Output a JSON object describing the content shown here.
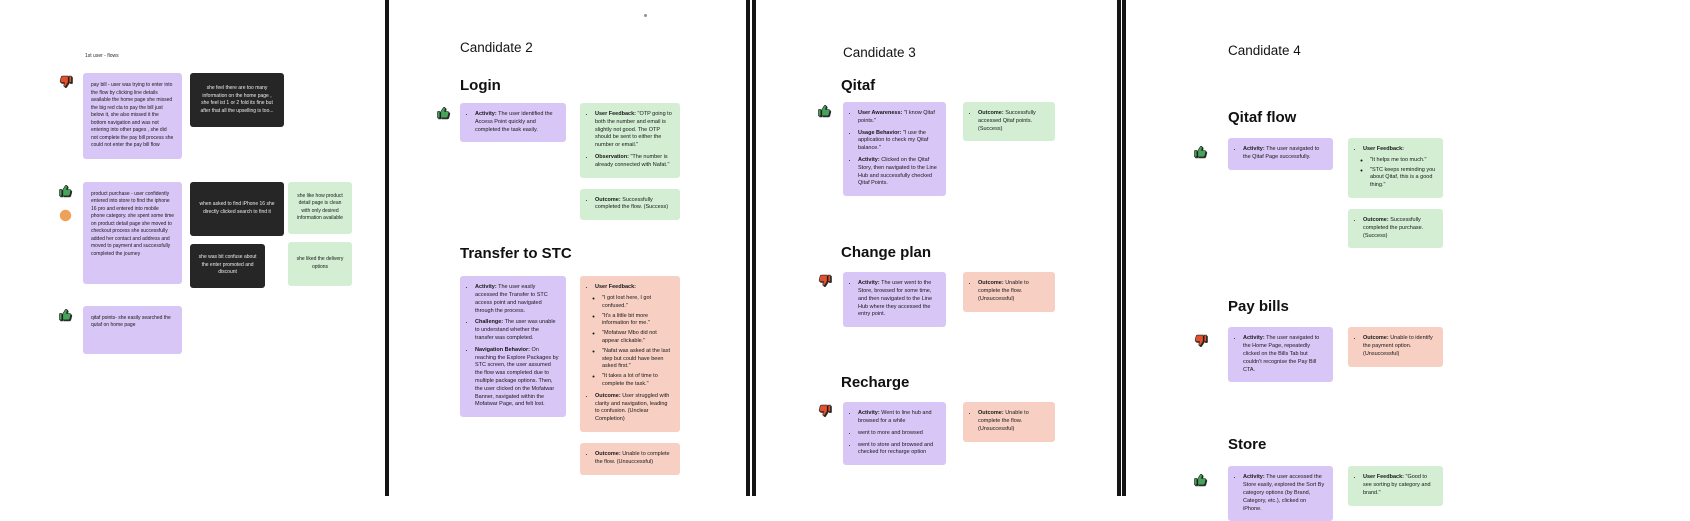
{
  "colors": {
    "purple": "#d8c7f6",
    "green": "#d3eed3",
    "pink": "#f7d0c3",
    "dark": "#262626",
    "thumb_up": "#48a35a",
    "thumb_down": "#e0512c",
    "orange": "#efa15a",
    "divider": "#141414"
  },
  "columns": [
    {
      "name": "first-user-flows",
      "label": "1st user - flows",
      "groups": [
        {
          "icons": [
            "thumb-down-icon"
          ],
          "stacks": [
            [
              {
                "color": "purple",
                "text": "pay bill - user was trying to enter into the flow by clicking line details available the home page  she missed the big red cta to pay the bill just below it, she also missed it the bottom navigation and was not entering into other pages , she did not complete the pay bill process she could not enter the pay bill flow"
              }
            ],
            [
              {
                "color": "dark",
                "centered": true,
                "text": "she feel there are too many information on the home page , she feel ist 1 or 2 fold its fine but after that all the upselling is too..."
              }
            ]
          ]
        },
        {
          "icons": [
            "thumb-up-icon",
            "orange-dot-icon"
          ],
          "stacks": [
            [
              {
                "color": "purple",
                "text": "product purchase - user confidently entered into store to find the iphone 16 pro and entered into mobile phone category. she spent some time on product detail page she moved to checkout process she successfully added her contact and address and moved to payment and successfully completed the journey"
              }
            ],
            [
              {
                "color": "dark",
                "centered": true,
                "text": "when asked to find iPhone 16 she directly clicked search to find it"
              },
              {
                "color": "dark",
                "centered": true,
                "text": "she was bit confuse about the enter promoted and discount"
              }
            ],
            [
              {
                "color": "green",
                "centered": true,
                "text": "she like how product detail page is clean with only desired information available"
              },
              {
                "color": "green",
                "centered": true,
                "text": "she liked the delivery options"
              }
            ]
          ]
        },
        {
          "icons": [
            "thumb-up-icon"
          ],
          "stacks": [
            [
              {
                "color": "purple",
                "text": "qitaf points- she easily searched the qutaf on home page"
              }
            ]
          ]
        }
      ]
    },
    {
      "name": "candidate-2",
      "title": "Candidate 2",
      "sections": [
        {
          "heading": "Login",
          "icon": "thumb-up-icon",
          "left": [
            {
              "color": "purple",
              "items": [
                {
                  "label": "Activity:",
                  "text": "The user identified the Access Point quickly and completed the task easily."
                }
              ]
            }
          ],
          "right": [
            {
              "color": "green",
              "items": [
                {
                  "label": "User Feedback:",
                  "text": "\"OTP going to both the number and email is slightly not good. The OTP should be sent to either the number or email.\""
                },
                {
                  "label": "Observation:",
                  "text": "\"The number is already connected with Nafat.\""
                }
              ]
            },
            {
              "color": "green",
              "items": [
                {
                  "label": "Outcome:",
                  "text": "Successfully completed the flow. (Success)"
                }
              ]
            }
          ]
        },
        {
          "heading": "Transfer to STC",
          "icon": null,
          "left": [
            {
              "color": "purple",
              "items": [
                {
                  "label": "Activity:",
                  "text": "The user easily accessed the Transfer to STC access point and navigated through the process."
                },
                {
                  "label": "Challenge:",
                  "text": "The user was unable to understand whether the transfer was completed."
                },
                {
                  "label": "Navigation Behavior:",
                  "text": "On reaching the Explore Packages by STC screen, the user assumed the flow was completed due to multiple package options. Then, the user clicked on the Mofatwar Banner, navigated within the Mofatwar Page, and felt lost."
                }
              ]
            }
          ],
          "right": [
            {
              "color": "pink",
              "items": [
                {
                  "label": "User Feedback:",
                  "sub": [
                    "\"I got lost here, I got confused.\"",
                    "\"It's a little bit more information for me.\"",
                    "\"Mofatwar Mbo did not appear clickable.\"",
                    "\"Nafat was asked at the last step but could have been asked first.\"",
                    "\"It takes a lot of time to complete the task.\""
                  ]
                },
                {
                  "label": "Outcome:",
                  "text": "User struggled with clarity and navigation, leading to confusion. (Unclear Completion)"
                }
              ]
            },
            {
              "color": "pink",
              "items": [
                {
                  "label": "Outcome:",
                  "text": "Unable to complete the flow. (Unsuccessful)"
                }
              ]
            }
          ]
        }
      ]
    },
    {
      "name": "candidate-3",
      "title": "Candidate 3",
      "sections": [
        {
          "heading": "Qitaf",
          "icon": "thumb-up-icon",
          "left": [
            {
              "color": "purple",
              "items": [
                {
                  "label": "User Awareness:",
                  "text": "\"I know Qitaf points.\""
                },
                {
                  "label": "Usage Behavior:",
                  "text": "\"I use the application to check my Qitaf balance.\""
                },
                {
                  "label": "Activity:",
                  "text": "Clicked on the Qitaf Story, then navigated to the Line Hub and successfully checked Qitaf Points."
                }
              ]
            }
          ],
          "right": [
            {
              "color": "green",
              "items": [
                {
                  "label": "Outcome:",
                  "text": "Successfully accessed Qitaf points. (Success)"
                }
              ]
            }
          ]
        },
        {
          "heading": "Change plan",
          "icon": "thumb-down-icon",
          "left": [
            {
              "color": "purple",
              "items": [
                {
                  "label": "Activity:",
                  "text": "The user went to the Store, browsed for some time, and then navigated to the Line Hub where they accessed the entry point."
                }
              ]
            }
          ],
          "right": [
            {
              "color": "pink",
              "items": [
                {
                  "label": "Outcome:",
                  "text": "Unable to complete the flow. (Unsuccessful)"
                }
              ]
            }
          ]
        },
        {
          "heading": "Recharge",
          "icon": "thumb-down-icon",
          "left": [
            {
              "color": "purple",
              "items": [
                {
                  "label": "Activity:",
                  "text": "Went to line hub and browsed for a while"
                },
                {
                  "text": "went to more and browsed"
                },
                {
                  "text": "went to store and browsed and checked for recharge option"
                }
              ]
            }
          ],
          "right": [
            {
              "color": "pink",
              "items": [
                {
                  "label": "Outcome:",
                  "text": "Unable to complete the flow. (Unsuccessful)"
                }
              ]
            }
          ]
        }
      ]
    },
    {
      "name": "candidate-4",
      "title": "Candidate 4",
      "sections": [
        {
          "heading": "Qitaf flow",
          "icon": "thumb-up-icon",
          "left": [
            {
              "color": "purple",
              "items": [
                {
                  "label": "Activity:",
                  "text": "The user navigated to the Qitaf Page successfully."
                }
              ]
            }
          ],
          "right": [
            {
              "color": "green",
              "items": [
                {
                  "label": "User Feedback:",
                  "sub": [
                    "\"It helps me too much.\"",
                    "\"STC keeps reminding you about Qitaf, this is a good thing.\""
                  ]
                }
              ]
            },
            {
              "color": "green",
              "items": [
                {
                  "label": "Outcome:",
                  "text": "Successfully completed the purchase. (Success)"
                }
              ]
            }
          ]
        },
        {
          "heading": "Pay bills",
          "icon": "thumb-down-icon",
          "left": [
            {
              "color": "purple",
              "items": [
                {
                  "label": "Activity:",
                  "text": "The user navigated to the Home Page, repeatedly clicked on the Bills Tab but couldn't recognise the Pay Bill CTA."
                }
              ]
            }
          ],
          "right": [
            {
              "color": "pink",
              "items": [
                {
                  "label": "Outcome:",
                  "text": "Unable to identify the payment option. (Unsuccessful)"
                }
              ]
            }
          ]
        },
        {
          "heading": "Store",
          "icon": "thumb-up-icon",
          "left": [
            {
              "color": "purple",
              "items": [
                {
                  "label": "Activity:",
                  "text": "The user accessed the Store easily, explored the Sort By category options (by Brand, Category, etc.), clicked on iPhone."
                }
              ]
            }
          ],
          "right": [
            {
              "color": "green",
              "items": [
                {
                  "label": "User Feedback:",
                  "text": "\"Good to see sorting by category and brand.\""
                }
              ]
            }
          ]
        }
      ]
    }
  ]
}
